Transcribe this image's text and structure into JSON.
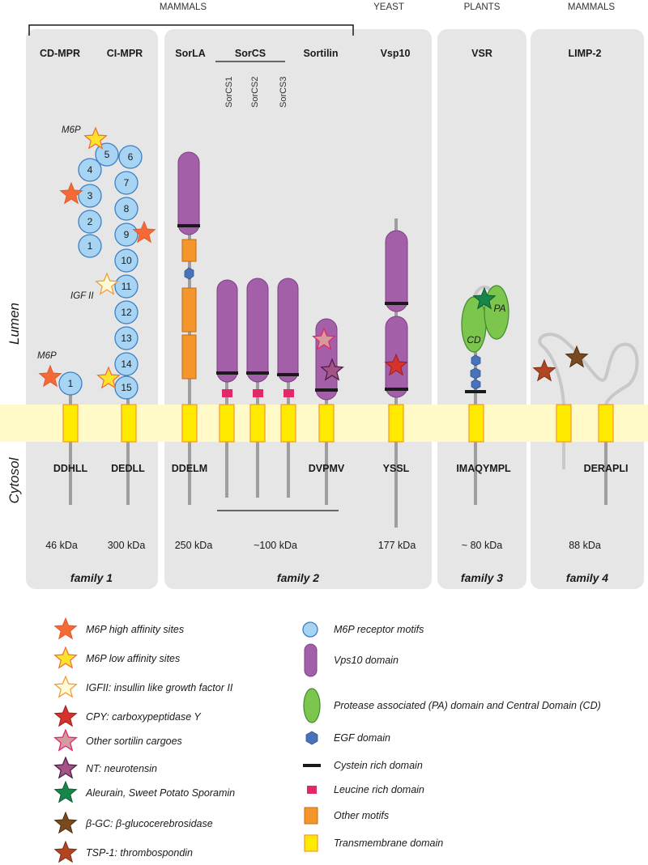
{
  "groups": {
    "mammals_left": "MAMMALS",
    "yeast": "YEAST",
    "plants": "PLANTS",
    "mammals_right": "MAMMALS"
  },
  "receptors": {
    "cd_mpr": "CD-MPR",
    "ci_mpr": "CI-MPR",
    "sorla": "SorLA",
    "sorcs": "SorCS",
    "sorcs1": "SorCS1",
    "sorcs2": "SorCS2",
    "sorcs3": "SorCS3",
    "sortilin": "Sortilin",
    "vsp10": "Vsp10",
    "vsr": "VSR",
    "limp2": "LIMP-2"
  },
  "compartments": {
    "lumen": "Lumen",
    "cytosol": "Cytosol"
  },
  "motifs": {
    "cd_mpr": "DDHLL",
    "ci_mpr": "DEDLL",
    "sorla": "DDELM",
    "sortilin": "DVPMV",
    "vsp10": "YSSL",
    "vsr": "IMAQYMPL",
    "limp2": "DERAPLI"
  },
  "sizes": {
    "cd_mpr": "46 kDa",
    "ci_mpr": "300 kDa",
    "sorla": "250 kDa",
    "sorcs": "~100 kDa",
    "vsp10": "177 kDa",
    "vsr": "~ 80 kDa",
    "limp2": "88 kDa"
  },
  "families": {
    "f1": "family 1",
    "f2": "family 2",
    "f3": "family 3",
    "f4": "family 4"
  },
  "annotations": {
    "m6p_top": "M6P",
    "m6p_bottom": "M6P",
    "igf": "IGF II",
    "cd": "CD",
    "pa": "PA"
  },
  "ci_mpr_repeats": [
    "6",
    "7",
    "8",
    "9",
    "10",
    "11",
    "12",
    "13",
    "14",
    "15"
  ],
  "cd_mpr_domains": [
    "1",
    "2",
    "3",
    "4",
    "5"
  ],
  "cd_mpr_single": "1",
  "legend": {
    "left": [
      {
        "label": "M6P high affinity sites",
        "color": "#f26b36",
        "icon": "star"
      },
      {
        "label": "M6P low affinity sites",
        "color": "#fbe22c",
        "icon": "star"
      },
      {
        "label": "IGFII: insullin like growth factor II",
        "color": "#fffbd6",
        "icon": "star"
      },
      {
        "label": "CPY: carboxypeptidase Y",
        "color": "#d6322c",
        "icon": "star"
      },
      {
        "label": "Other sortilin cargoes",
        "color": "#d59a9e",
        "icon": "star"
      },
      {
        "label": "NT: neurotensin",
        "color": "#a45386",
        "icon": "star"
      },
      {
        "label": "Aleurain, Sweet Potato Sporamin",
        "color": "#17864a",
        "icon": "star"
      },
      {
        "label": "β-GC: β-glucocerebrosidase",
        "color": "#7a4a1e",
        "icon": "star"
      },
      {
        "label": "TSP-1: thrombospondin",
        "color": "#b34422",
        "icon": "star"
      }
    ],
    "right": [
      {
        "label": "M6P receptor motifs",
        "color": "#a8d4f3",
        "icon": "circle-icon"
      },
      {
        "label": "Vps10 domain",
        "color": "#a35fa8",
        "icon": "capsule-icon"
      },
      {
        "label": "Protease associated (PA) domain and Central Domain (CD)",
        "color": "#7cc64e",
        "icon": "ellipse-icon"
      },
      {
        "label": "EGF domain",
        "color": "#4a72b8",
        "icon": "hexagon-icon"
      },
      {
        "label": "Cystein rich domain",
        "color": "#1a1a1a",
        "icon": "bar-icon"
      },
      {
        "label": "Leucine rich domain",
        "color": "#e2286b",
        "icon": "square-icon"
      },
      {
        "label": "Other motifs",
        "color": "#f5962d",
        "icon": "rect-icon"
      },
      {
        "label": "Transmembrane domain",
        "color": "#ffea00",
        "icon": "tm-icon"
      }
    ]
  }
}
